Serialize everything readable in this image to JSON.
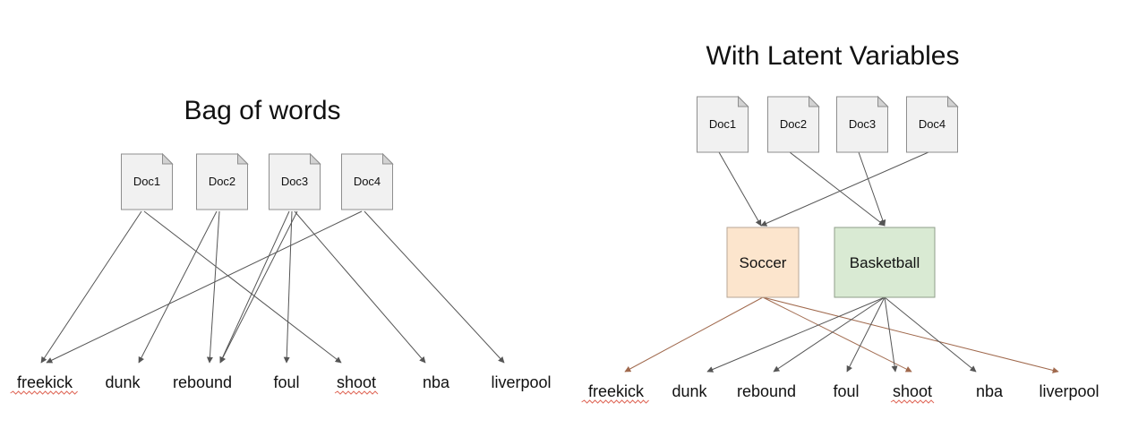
{
  "left_diagram": {
    "title": "Bag of words",
    "docs": [
      "Doc1",
      "Doc2",
      "Doc3",
      "Doc4"
    ],
    "words": [
      "freekick",
      "dunk",
      "rebound",
      "foul",
      "shoot",
      "nba",
      "liverpool"
    ],
    "edges": [
      [
        "Doc1",
        "freekick"
      ],
      [
        "Doc1",
        "shoot"
      ],
      [
        "Doc2",
        "dunk"
      ],
      [
        "Doc2",
        "rebound"
      ],
      [
        "Doc3",
        "rebound"
      ],
      [
        "Doc3",
        "foul"
      ],
      [
        "Doc3",
        "nba"
      ],
      [
        "Doc3",
        "rebound"
      ],
      [
        "Doc4",
        "freekick"
      ],
      [
        "Doc4",
        "liverpool"
      ]
    ],
    "underlined_words": [
      "freekick",
      "shoot"
    ],
    "edge_color": "#555555"
  },
  "right_diagram": {
    "title": "With Latent Variables",
    "docs": [
      "Doc1",
      "Doc2",
      "Doc3",
      "Doc4"
    ],
    "topics": [
      {
        "label": "Soccer",
        "fill": "#fce5cd",
        "stroke": "#b7a696"
      },
      {
        "label": "Basketball",
        "fill": "#d9ead3",
        "stroke": "#8f9e8a"
      }
    ],
    "words": [
      "freekick",
      "dunk",
      "rebound",
      "foul",
      "shoot",
      "nba",
      "liverpool"
    ],
    "doc_topic_edges": [
      [
        "Doc1",
        "Soccer"
      ],
      [
        "Doc2",
        "Basketball"
      ],
      [
        "Doc3",
        "Basketball"
      ],
      [
        "Doc4",
        "Soccer"
      ]
    ],
    "topic_word_edges": [
      [
        "Soccer",
        "freekick"
      ],
      [
        "Soccer",
        "shoot"
      ],
      [
        "Soccer",
        "liverpool"
      ],
      [
        "Basketball",
        "dunk"
      ],
      [
        "Basketball",
        "rebound"
      ],
      [
        "Basketball",
        "foul"
      ],
      [
        "Basketball",
        "shoot"
      ],
      [
        "Basketball",
        "nba"
      ]
    ],
    "underlined_words": [
      "freekick",
      "shoot"
    ],
    "soccer_edge_color": "#a0694d",
    "basketball_edge_color": "#555555",
    "doc_edge_color": "#555555"
  }
}
